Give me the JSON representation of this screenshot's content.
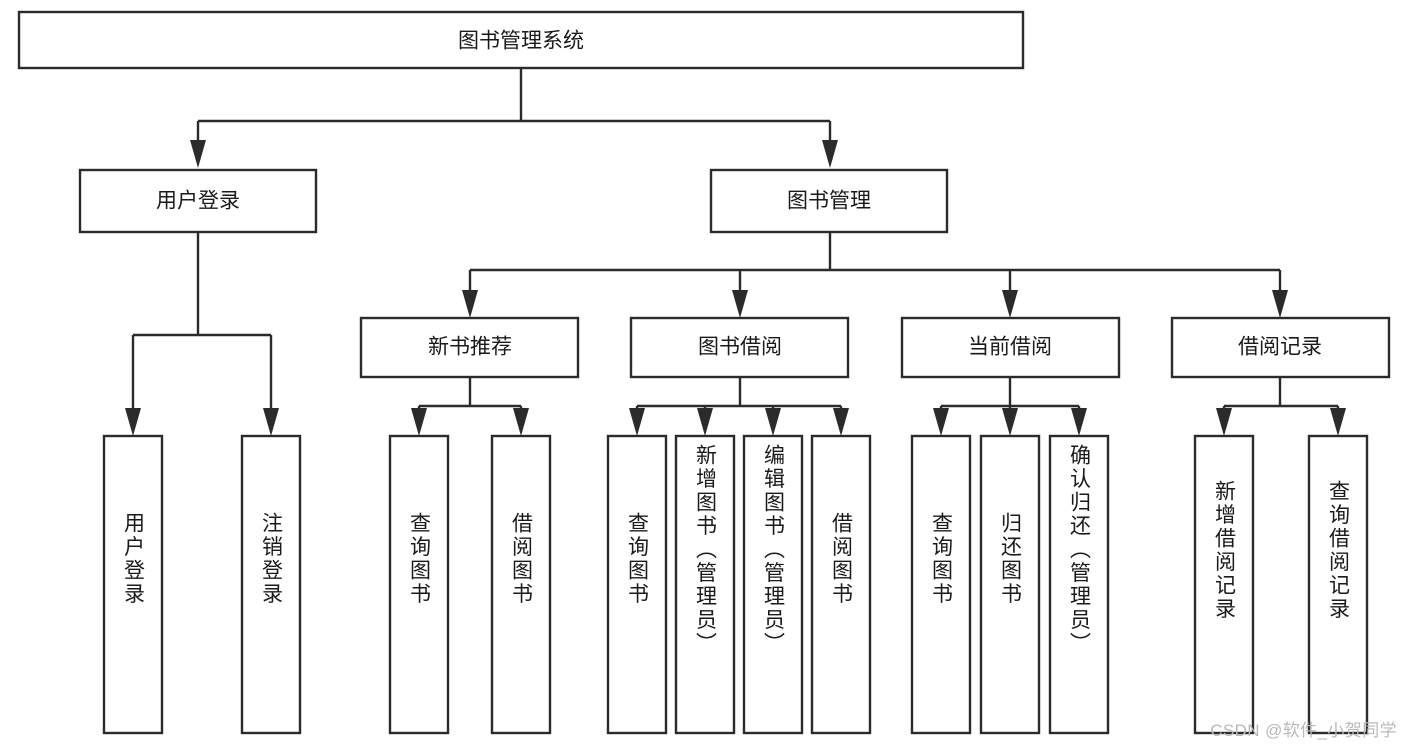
{
  "diagram": {
    "title": "图书管理系统",
    "type": "tree-hierarchy-chart",
    "root": {
      "label": "图书管理系统",
      "orientation": "horizontal"
    },
    "level2": [
      {
        "label": "用户登录",
        "orientation": "horizontal"
      },
      {
        "label": "图书管理",
        "orientation": "horizontal"
      }
    ],
    "level3": [
      {
        "label": "新书推荐",
        "orientation": "horizontal"
      },
      {
        "label": "图书借阅",
        "orientation": "horizontal"
      },
      {
        "label": "当前借阅",
        "orientation": "horizontal"
      },
      {
        "label": "借阅记录",
        "orientation": "horizontal"
      }
    ],
    "leaves": {
      "user_login": [
        {
          "label": "用户登录",
          "orientation": "vertical"
        },
        {
          "label": "注销登录",
          "orientation": "vertical"
        }
      ],
      "new_book_recommend": [
        {
          "label": "查询图书",
          "orientation": "vertical"
        },
        {
          "label": "借阅图书",
          "orientation": "vertical"
        }
      ],
      "book_borrow": [
        {
          "label": "查询图书",
          "orientation": "vertical"
        },
        {
          "label": "新增图书（管理员）",
          "orientation": "vertical"
        },
        {
          "label": "编辑图书（管理员）",
          "orientation": "vertical"
        },
        {
          "label": "借阅图书",
          "orientation": "vertical"
        }
      ],
      "current_borrow": [
        {
          "label": "查询图书",
          "orientation": "vertical"
        },
        {
          "label": "归还图书",
          "orientation": "vertical"
        },
        {
          "label": "确认归还（管理员）",
          "orientation": "vertical"
        }
      ],
      "borrow_record": [
        {
          "label": "新增借阅记录",
          "orientation": "vertical"
        },
        {
          "label": "查询借阅记录",
          "orientation": "vertical"
        }
      ]
    },
    "colors": {
      "background": "#ffffff",
      "box_stroke": "#2b2b2b",
      "box_fill": "#ffffff",
      "text": "#1a1a1a",
      "watermark": "#b9b9b9"
    }
  },
  "watermark": {
    "text": "CSDN @软件_小贺同学"
  }
}
